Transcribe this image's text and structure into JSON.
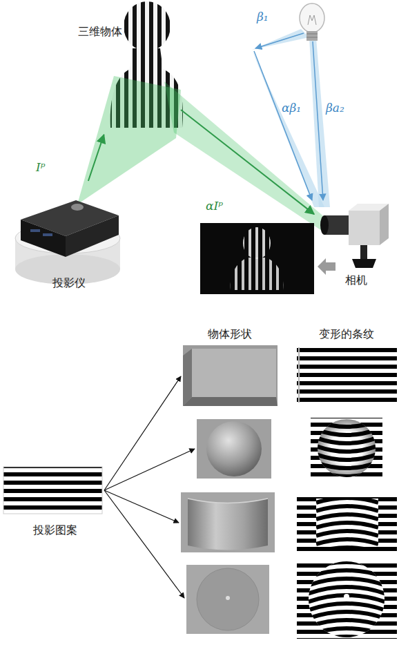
{
  "diagram": {
    "nodes": [
      {
        "text": [
          "三维物体"
        ]
      },
      {
        "text": [
          "投影仪"
        ]
      },
      {
        "text": [
          "相机"
        ]
      },
      {
        "text": [
          "投影图案"
        ]
      }
    ],
    "edges": [
      {
        "from": 1,
        "to": 0,
        "arrow": "to",
        "label": "Iᵖ"
      },
      {
        "from": 0,
        "to": 2,
        "arrow": "to",
        "label": "αIᵖ"
      }
    ],
    "labels": [
      "β₁",
      "αβ₁",
      "βa₂",
      "物体形状",
      "变形的条纹"
    ]
  }
}
